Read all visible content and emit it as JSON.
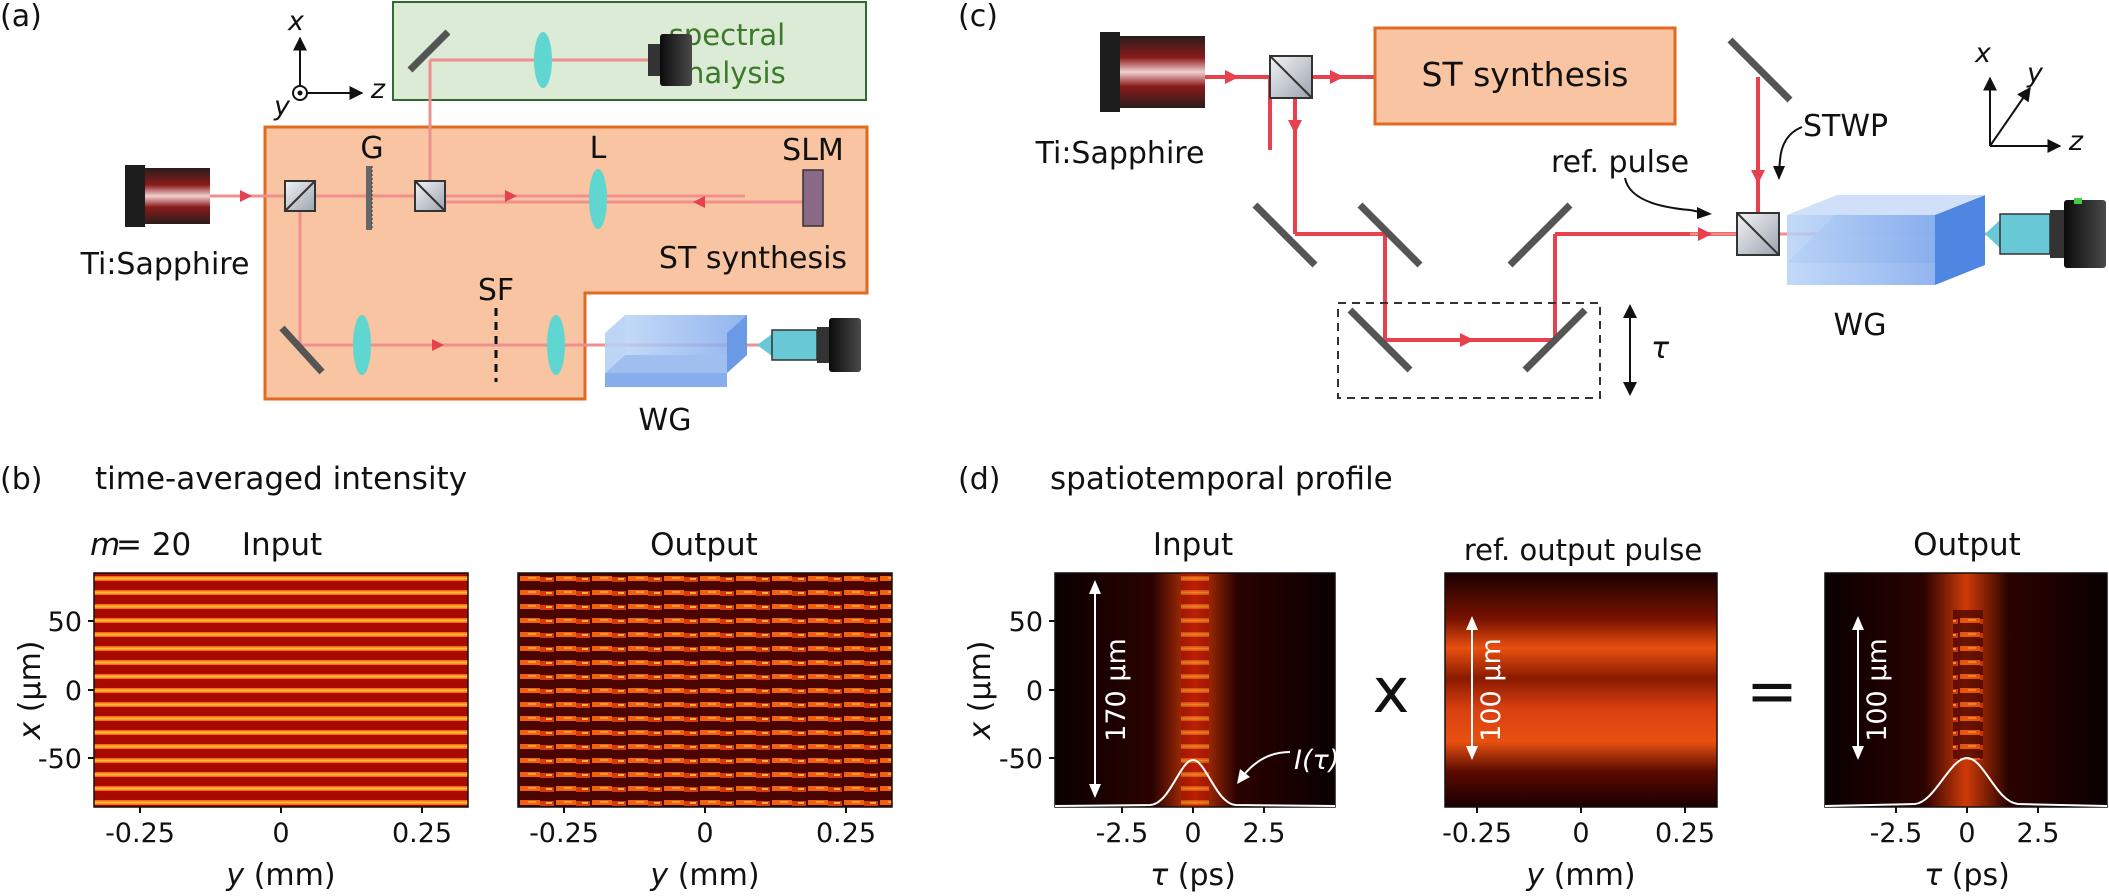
{
  "panels": {
    "a": {
      "tag": "(a)",
      "laser": "Ti:Sapphire",
      "G": "G",
      "L": "L",
      "SLM": "SLM",
      "SF": "SF",
      "WG": "WG",
      "spectral1": "spectral",
      "spectral2": "analysis",
      "synth": "ST synthesis",
      "axis_x": "x",
      "axis_y": "y",
      "axis_z": "z"
    },
    "b": {
      "tag": "(b)",
      "title": "time-averaged intensity",
      "m_sym": "m",
      "m_val": " = 20",
      "input": "Input",
      "output": "Output",
      "xlabel_sym": "y",
      "xlabel_unit": " (mm)",
      "ylabel_sym": "x",
      "ylabel_unit": " (μm)",
      "yticks": [
        "50",
        "0",
        "-50"
      ],
      "xticks": [
        "-0.25",
        "0",
        "0.25"
      ]
    },
    "c": {
      "tag": "(c)",
      "laser": "Ti:Sapphire",
      "synth": "ST synthesis",
      "stwp": "STWP",
      "ref": "ref. pulse",
      "WG": "WG",
      "tau": "τ",
      "axis_x": "x",
      "axis_y": "y",
      "axis_z": "z"
    },
    "d": {
      "tag": "(d)",
      "title": "spatiotemporal profile",
      "input": "Input",
      "ref_out": "ref. output pulse",
      "output": "Output",
      "times": "x",
      "equals": "=",
      "w170": "170 μm",
      "w100a": "100 μm",
      "w100b": "100 μm",
      "itau": "I(τ)",
      "tau_sym": "τ",
      "tau_unit": " (ps)",
      "y_sym": "y",
      "y_unit": " (mm)",
      "x_sym": "x",
      "x_unit": " (μm)",
      "yticks": [
        "50",
        "0",
        "-50"
      ],
      "tticks": [
        "-2.5",
        "0",
        "2.5"
      ],
      "xticks": [
        "-0.25",
        "0",
        "0.25"
      ]
    }
  },
  "colors": {
    "beam": "#e8414e",
    "beam_light": "#f08f8f",
    "setup_fill": "#f9c4a2",
    "setup_border": "#e06a22",
    "spectral_fill": "#dcebd6",
    "spectral_border": "#2e6b2e",
    "spectral_text": "#3a7a2a",
    "lens": "#5fd6d0",
    "waveguide": "#8fb8ef",
    "slm": "#8a6a86"
  }
}
